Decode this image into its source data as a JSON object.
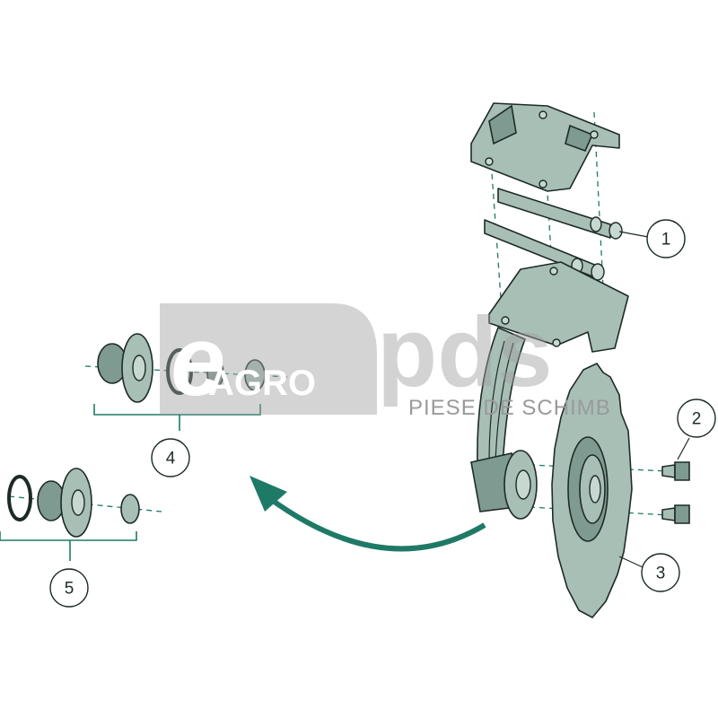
{
  "diagram": {
    "callouts": [
      "1",
      "2",
      "3",
      "4",
      "5"
    ],
    "watermark": {
      "brand_left": "e",
      "brand_agro": "AGRO",
      "brand_right": "pds",
      "tagline": "PIESE DE SCHIMB"
    },
    "colors": {
      "part": "#a8bfb6",
      "outline": "#1d2b27",
      "accent": "#1e7a66"
    }
  }
}
